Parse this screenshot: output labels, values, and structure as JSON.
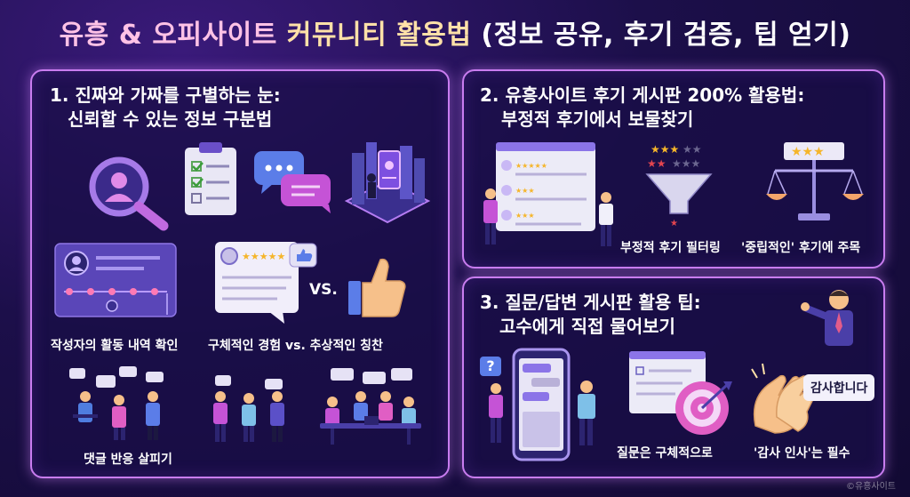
{
  "title": {
    "part1": "유흥 & 오피사이트",
    "part2": "커뮤니티 활용법",
    "part3": "(정보 공유, 후기 검증, 팁 얻기)"
  },
  "panel1": {
    "heading_line1": "1. 진짜와 가짜를 구별하는 눈:",
    "heading_line2": "신뢰할 수 있는 정보 구분법",
    "caption_activity": "작성자의 활동 내역 확인",
    "caption_experience": "구체적인 경험 vs. 추상적인 칭찬",
    "vs_label": "VS.",
    "caption_comments": "댓글 반응 살피기"
  },
  "panel2": {
    "heading_line1": "2. 유흥사이트 후기 게시판 200% 활용법:",
    "heading_line2": "부정적 후기에서 보물찾기",
    "caption_filter": "부정적 후기 필터링",
    "caption_neutral": "'중립적인' 후기에 주목"
  },
  "panel3": {
    "heading_line1": "3. 질문/답변 게시판 활용 팁:",
    "heading_line2": "고수에게 직접 물어보기",
    "question_mark": "?",
    "thanks_bubble": "감사합니다",
    "caption_specific": "질문은 구체적으로",
    "caption_thanks": "'감사 인사'는 필수"
  },
  "watermark": "©유흥사이트",
  "colors": {
    "accent_pink": "#c97df0",
    "star_gold": "#f5b52a",
    "star_red": "#e2454f",
    "thumb": "#f6c08a"
  }
}
